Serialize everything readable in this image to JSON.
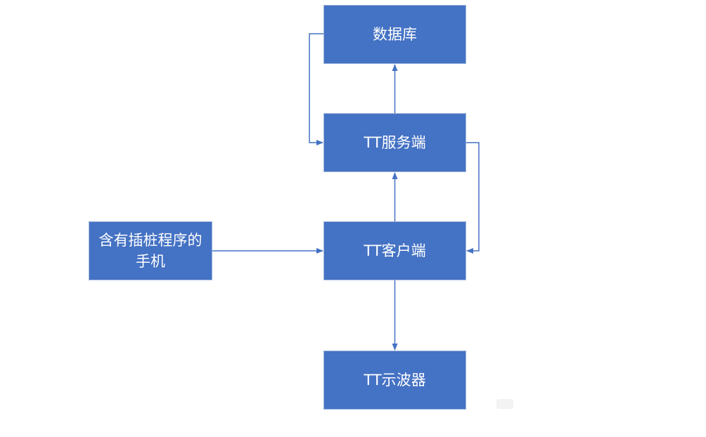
{
  "diagram": {
    "nodes": {
      "database": "数据库",
      "tt_server": "TT服务端",
      "tt_client": "TT客户端",
      "tt_oscilloscope": "TT示波器",
      "instrumented_phone": "含有插桩程序的\n手机"
    },
    "edges": [
      {
        "from": "tt_server",
        "to": "database"
      },
      {
        "from": "database",
        "to": "tt_server"
      },
      {
        "from": "tt_client",
        "to": "tt_server"
      },
      {
        "from": "tt_server",
        "to": "tt_client"
      },
      {
        "from": "instrumented_phone",
        "to": "tt_client"
      },
      {
        "from": "tt_client",
        "to": "tt_oscilloscope"
      }
    ],
    "colors": {
      "node_fill": "#4472c4",
      "node_text": "#ffffff",
      "connector": "#4472c4"
    }
  }
}
